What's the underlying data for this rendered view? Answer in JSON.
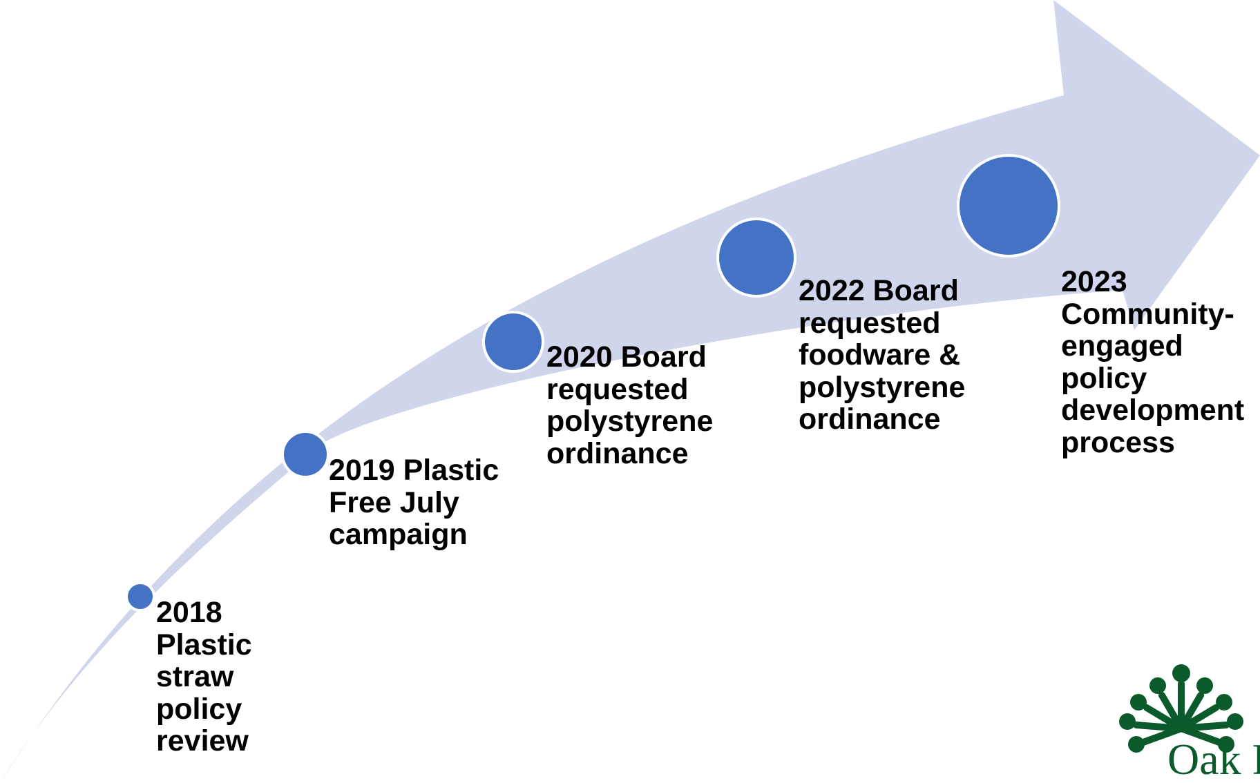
{
  "timeline": {
    "milestones": [
      {
        "label": "2018\nPlastic\nstraw\npolicy\nreview"
      },
      {
        "label": "2019 Plastic\nFree July\ncampaign"
      },
      {
        "label": "2020 Board\nrequested\npolystyrene\nordinance"
      },
      {
        "label": "2022 Board\nrequested\nfoodware &\npolystyrene\nordinance"
      },
      {
        "label": "2023\nCommunity-\nengaged\npolicy\ndevelopment\nprocess"
      }
    ]
  },
  "logo": {
    "text": "Oak Park",
    "icon": "tree-icon"
  },
  "colors": {
    "arrow": "#cfd5ea",
    "milestone": "#4472c4",
    "logo": "#0b5a2b"
  }
}
